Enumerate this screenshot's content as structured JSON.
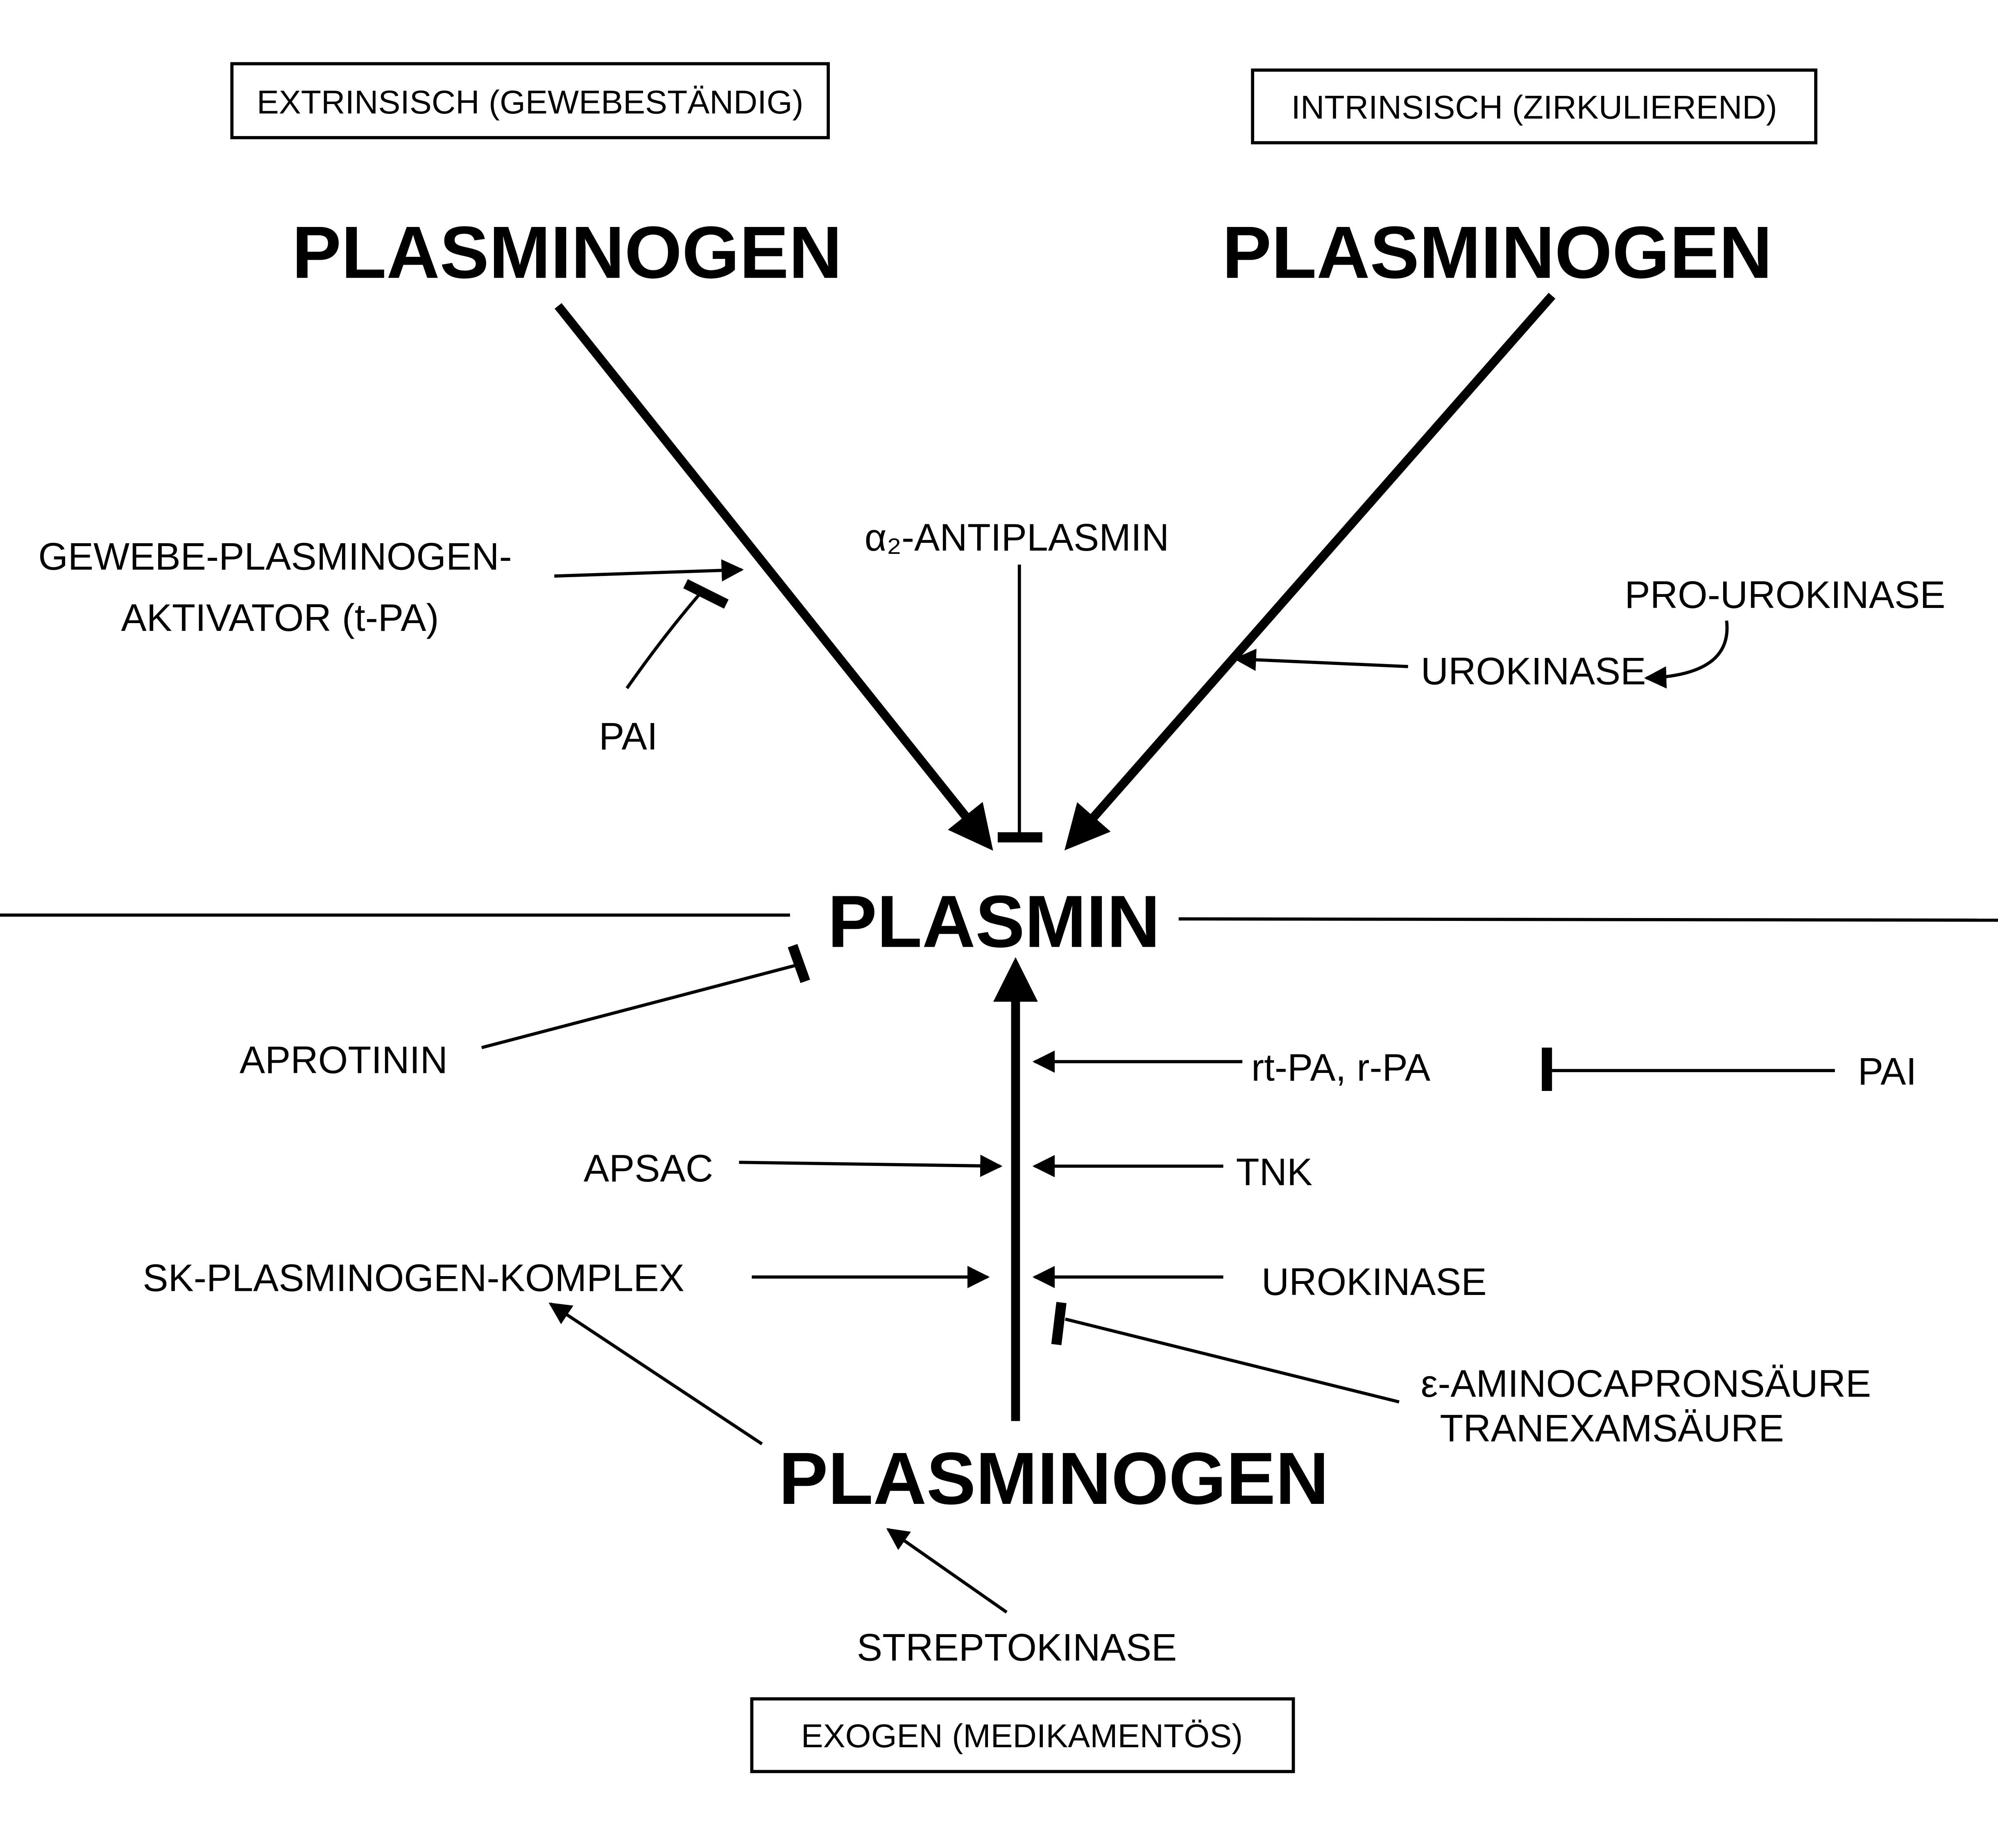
{
  "boxes": {
    "extrinsic": "EXTRINSISCH (GEWEBESTÄNDIG)",
    "intrinsic": "INTRINSISCH (ZIRKULIEREND)",
    "exogenous": "EXOGEN (MEDIKAMENTÖS)"
  },
  "nodes": {
    "plasminogen_extrinsic": "PLASMINOGEN",
    "plasminogen_intrinsic": "PLASMINOGEN",
    "plasmin": "PLASMIN",
    "plasminogen_exogenous": "PLASMINOGEN"
  },
  "labels": {
    "tpa_line1": "GEWEBE-PLASMINOGEN-",
    "tpa_line2": "AKTIVATOR (t-PA)",
    "pai_top": "PAI",
    "antiplasmin": "α₂-ANTIPLASMIN",
    "pro_urokinase": "PRO-UROKINASE",
    "urokinase_top": "UROKINASE",
    "aprotinin": "APROTININ",
    "rtpa": "rt-PA, r-PA",
    "pai_right": "PAI",
    "apsac": "APSAC",
    "tnk": "TNK",
    "sk_complex": "SK-PLASMINOGEN-KOMPLEX",
    "urokinase_bottom": "UROKINASE",
    "aminocapron": "ε-AMINOCAPRONSÄURE",
    "tranexam": "TRANEXAMSÄURE",
    "streptokinase": "STREPTOKINASE"
  }
}
